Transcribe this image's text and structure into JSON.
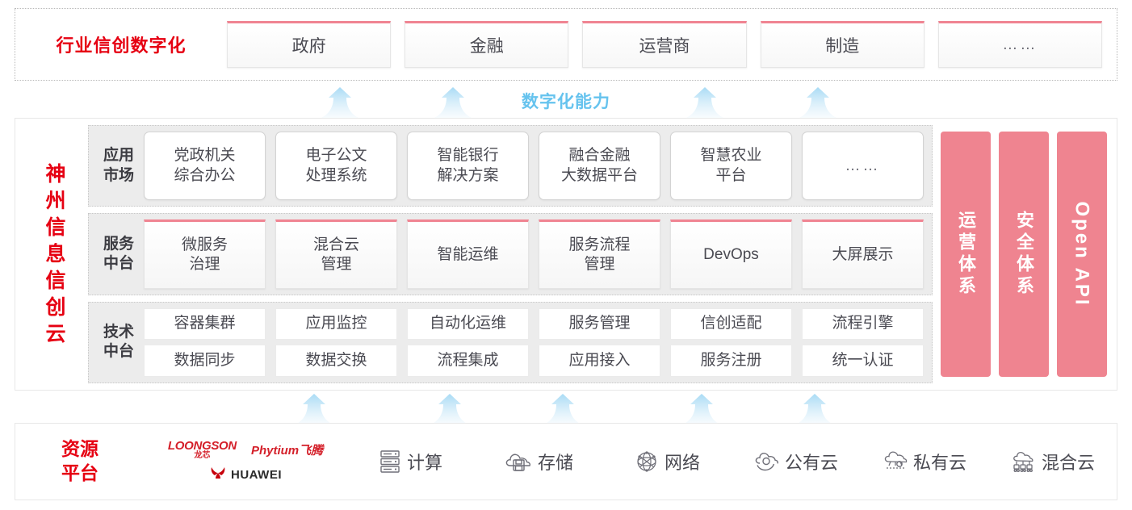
{
  "industry": {
    "title": "行业信创数字化",
    "boxes": [
      {
        "label": "政府"
      },
      {
        "label": "金融"
      },
      {
        "label": "运营商"
      },
      {
        "label": "制造"
      },
      {
        "label": "……"
      }
    ]
  },
  "capability_label": "数字化能力",
  "cloud": {
    "title_chars": [
      "神",
      "州",
      "信",
      "息",
      "信",
      "创",
      "云"
    ],
    "layers": [
      {
        "label": "应用\n市场",
        "label_lines": [
          "应用",
          "市场"
        ],
        "style": "app",
        "items": [
          {
            "lines": [
              "党政机关",
              "综合办公"
            ]
          },
          {
            "lines": [
              "电子公文",
              "处理系统"
            ]
          },
          {
            "lines": [
              "智能银行",
              "解决方案"
            ]
          },
          {
            "lines": [
              "融合金融",
              "大数据平台"
            ]
          },
          {
            "lines": [
              "智慧农业",
              "平台"
            ]
          },
          {
            "lines": [
              "……"
            ],
            "dots": true
          }
        ]
      },
      {
        "label_lines": [
          "服务",
          "中台"
        ],
        "style": "svc",
        "items": [
          {
            "lines": [
              "微服务",
              "治理"
            ]
          },
          {
            "lines": [
              "混合云",
              "管理"
            ]
          },
          {
            "lines": [
              "智能运维"
            ]
          },
          {
            "lines": [
              "服务流程",
              "管理"
            ]
          },
          {
            "lines": [
              "DevOps"
            ]
          },
          {
            "lines": [
              "大屏展示"
            ]
          }
        ]
      },
      {
        "label_lines": [
          "技术",
          "中台"
        ],
        "style": "tech",
        "rows": [
          [
            {
              "lines": [
                "容器集群"
              ]
            },
            {
              "lines": [
                "应用监控"
              ]
            },
            {
              "lines": [
                "自动化运维"
              ]
            },
            {
              "lines": [
                "服务管理"
              ]
            },
            {
              "lines": [
                "信创适配"
              ]
            },
            {
              "lines": [
                "流程引擎"
              ]
            }
          ],
          [
            {
              "lines": [
                "数据同步"
              ]
            },
            {
              "lines": [
                "数据交换"
              ]
            },
            {
              "lines": [
                "流程集成"
              ]
            },
            {
              "lines": [
                "应用接入"
              ]
            },
            {
              "lines": [
                "服务注册"
              ]
            },
            {
              "lines": [
                "统一认证"
              ]
            }
          ]
        ]
      }
    ],
    "pillars": [
      {
        "text": "运营体系",
        "kind": "cn"
      },
      {
        "text": "安全体系",
        "kind": "cn"
      },
      {
        "text": "Open API",
        "kind": "en"
      }
    ]
  },
  "resource": {
    "title_lines": [
      "资源",
      "平台"
    ],
    "logos": [
      {
        "name": "loongson",
        "en": "LOONGSON",
        "cn": "龙芯"
      },
      {
        "name": "phytium",
        "text": "Phytium飞腾"
      },
      {
        "name": "huawei",
        "text": "HUAWEI"
      }
    ],
    "items": [
      {
        "label": "计算",
        "icon": "server-icon"
      },
      {
        "label": "存储",
        "icon": "cloud-storage-icon"
      },
      {
        "label": "网络",
        "icon": "network-mesh-icon"
      },
      {
        "label": "公有云",
        "icon": "public-cloud-icon"
      },
      {
        "label": "私有云",
        "icon": "private-cloud-icon"
      },
      {
        "label": "混合云",
        "icon": "hybrid-cloud-icon"
      }
    ]
  },
  "colors": {
    "brand_red": "#e60012",
    "pink": "#ef8490",
    "arrow_blue": "#66c3ee",
    "panel_gray": "#ececec"
  }
}
